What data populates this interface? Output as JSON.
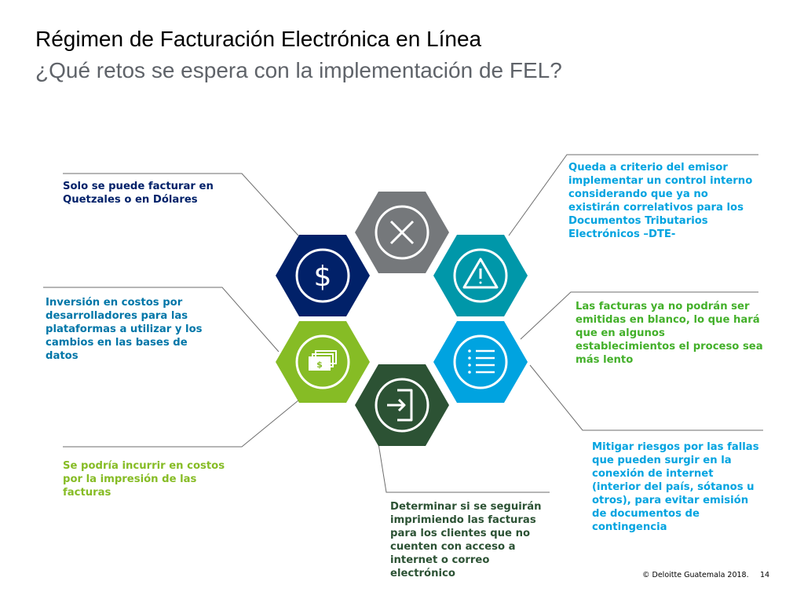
{
  "header": {
    "title": "Régimen de Facturación Electrónica en Línea",
    "subtitle": "¿Qué retos se espera con la implementación de FEL?"
  },
  "colors": {
    "navy": "#012169",
    "teal": "#0097a9",
    "blue": "#00a3e0",
    "green": "#86bc25",
    "dark_green": "#2c5234",
    "gray": "#75787b",
    "connector": "#6e6e6e"
  },
  "hexagons": [
    {
      "icon": "close-circle-icon",
      "color": "#75787b"
    },
    {
      "icon": "warning-icon",
      "color": "#0097a9"
    },
    {
      "icon": "list-icon",
      "color": "#00a3e0"
    },
    {
      "icon": "exit-door-icon",
      "color": "#2c5234"
    },
    {
      "icon": "cash-icon",
      "color": "#86bc25"
    },
    {
      "icon": "dollar-icon",
      "color": "#012169"
    }
  ],
  "notes": {
    "currency": {
      "text": "Solo se puede facturar en\nQuetzales o en Dólares",
      "color": "#012169"
    },
    "investment": {
      "text": "Inversión en costos por\ndesarrolladores para las\nplataformas a utilizar y los\ncambios en las bases de\ndatos",
      "color": "#0076a8"
    },
    "printing_costs": {
      "text": "Se podría incurrir en costos\npor la impresión de las\nfacturas",
      "color": "#86bc25"
    },
    "internal_control": {
      "text": "Queda a criterio del emisor\nimplementar un control interno\nconsiderando que ya no\nexistirán correlativos para los\nDocumentos Tributarios\nElectrónicos –DTE-",
      "color": "#00a3e0"
    },
    "blank_invoices": {
      "text": "Las facturas ya no podrán ser\nemitidas en blanco, lo que hará\nque en algunos\nestablecimientos el proceso sea\nmás lento",
      "color": "#43b02a"
    },
    "risk_mitigation": {
      "text": "Mitigar riesgos por las fallas\nque pueden surgir en la\nconexión de internet\n(interior del país, sótanos u\notros), para evitar emisión\nde documentos de\ncontingencia",
      "color": "#00a3e0"
    },
    "print_decision": {
      "text": "Determinar si se seguirán\nimprimiendo las facturas\npara los clientes que no\ncuenten con acceso a\ninternet o correo\nelectrónico",
      "color": "#2c5234"
    }
  },
  "footer": {
    "copyright": "© Deloitte Guatemala 2018.",
    "page": "14"
  }
}
